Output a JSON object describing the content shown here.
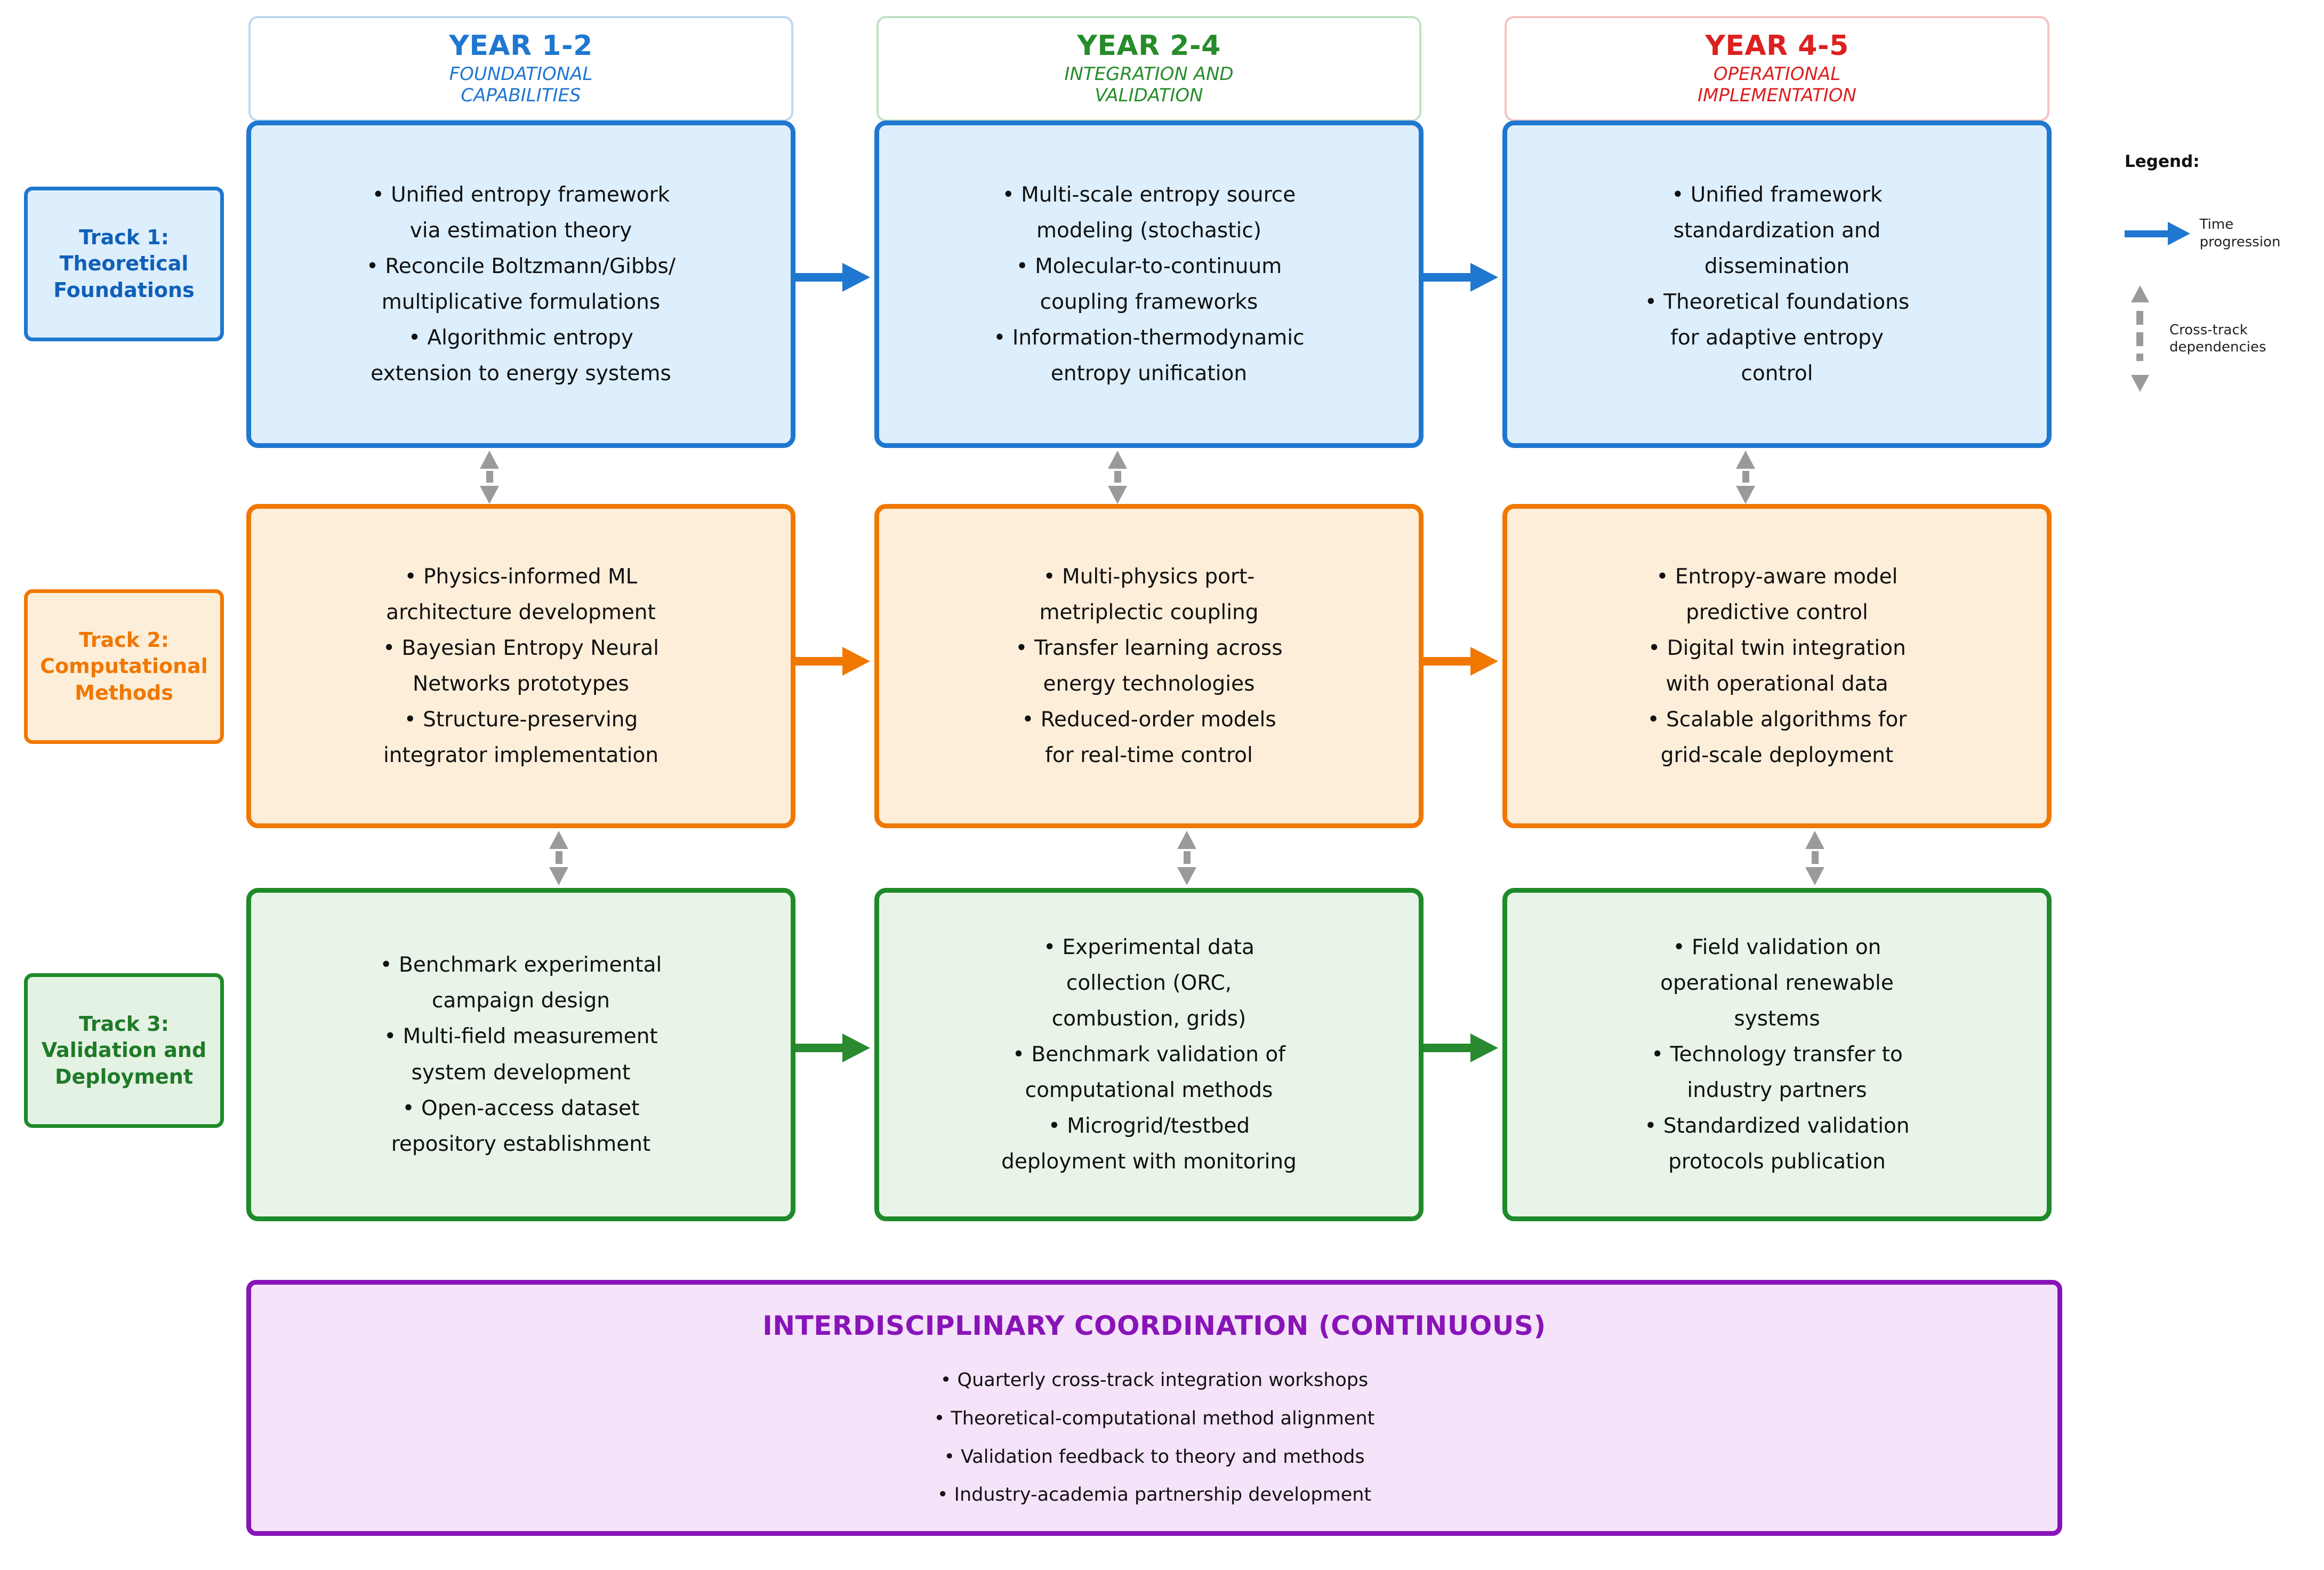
{
  "phases": [
    {
      "title": "YEAR 1-2",
      "subtitle": "FOUNDATIONAL\nCAPABILITIES",
      "color": "#1f77d0"
    },
    {
      "title": "YEAR 2-4",
      "subtitle": "INTEGRATION AND\nVALIDATION",
      "color": "#268c2a"
    },
    {
      "title": "YEAR 4-5",
      "subtitle": "OPERATIONAL\nIMPLEMENTATION",
      "color": "#dc2020"
    }
  ],
  "tracks": [
    {
      "label": "Track 1:\nTheoretical\nFoundations",
      "color": "#1f77d0",
      "fill": "#ddeefc"
    },
    {
      "label": "Track 2:\nComputational\nMethods",
      "color": "#f07800",
      "fill": "#fdeed9"
    },
    {
      "label": "Track 3:\nValidation and\nDeployment",
      "color": "#1f8a2a",
      "fill": "#e4f2e4"
    }
  ],
  "cells": {
    "t0c0": [
      "• Unified entropy framework",
      "via estimation theory",
      "• Reconcile Boltzmann/Gibbs/",
      "multiplicative formulations",
      "• Algorithmic entropy",
      "extension to energy systems"
    ],
    "t0c1": [
      "• Multi-scale entropy source",
      "modeling (stochastic)",
      "• Molecular-to-continuum",
      "coupling frameworks",
      "• Information-thermodynamic",
      "entropy unification"
    ],
    "t0c2": [
      "• Unified framework",
      "standardization and",
      "dissemination",
      "• Theoretical foundations",
      "for adaptive entropy",
      "control"
    ],
    "t1c0": [
      "• Physics-informed ML",
      "architecture development",
      "• Bayesian Entropy Neural",
      "Networks prototypes",
      "• Structure-preserving",
      "integrator implementation"
    ],
    "t1c1": [
      "• Multi-physics port-",
      "metriplectic coupling",
      "• Transfer learning across",
      "energy technologies",
      "• Reduced-order models",
      "for real-time control"
    ],
    "t1c2": [
      "• Entropy-aware model",
      "predictive control",
      "• Digital twin integration",
      "with operational data",
      "• Scalable algorithms for",
      "grid-scale deployment"
    ],
    "t2c0": [
      "• Benchmark experimental",
      "campaign design",
      "• Multi-field measurement",
      "system development",
      "• Open-access dataset",
      "repository establishment"
    ],
    "t2c1": [
      "• Experimental data",
      "collection (ORC,",
      "combustion, grids)",
      "• Benchmark validation of",
      "computational methods",
      "• Microgrid/testbed",
      "deployment with monitoring"
    ],
    "t2c2": [
      "• Field validation on",
      "operational renewable",
      "systems",
      "• Technology transfer to",
      "industry partners",
      "• Standardized validation",
      "protocols publication"
    ]
  },
  "legend": {
    "title": "Legend:",
    "time_progression": "Time progression",
    "cross_track": "Cross-track\ndependencies"
  },
  "coordination": {
    "title": "INTERDISCIPLINARY COORDINATION (CONTINUOUS)",
    "items": [
      "• Quarterly cross-track integration workshops",
      "• Theoretical-computational method alignment",
      "• Validation feedback to theory and methods",
      "• Industry-academia partnership development"
    ],
    "color": "#8814b8"
  }
}
